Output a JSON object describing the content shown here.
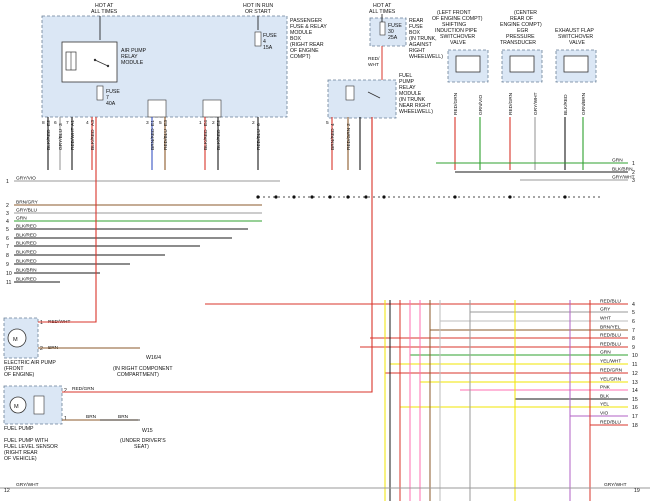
{
  "pass_box": {
    "label": [
      "PASSENGER",
      "FUSE & RELAY",
      "MODULE",
      "BOX",
      "(RIGHT REAR",
      "OF ENGINE",
      "COMPT)"
    ],
    "hot_all_times": [
      "HOT AT",
      "ALL TIMES"
    ],
    "hot_run_start": [
      "HOT IN RUN",
      "OR START"
    ],
    "relay_label": [
      "AIR PUMP",
      "RELAY",
      "MODULE"
    ],
    "fuse7": [
      "FUSE",
      "7",
      "40A"
    ],
    "fuse4": [
      "FUSE",
      "4",
      "15A"
    ]
  },
  "rear_box": {
    "hot_all_times": [
      "HOT AT",
      "ALL TIMES"
    ],
    "label": [
      "REAR",
      "FUSE",
      "BOX",
      "(IN TRUNK,",
      "AGAINST",
      "RIGHT",
      "WHEELWELL)"
    ],
    "fuse30": [
      "FUSE",
      "30",
      "25A"
    ],
    "feed_wire": [
      "RED/",
      "WHT"
    ]
  },
  "fuel_relay": {
    "label": [
      "FUEL",
      "PUMP",
      "RELAY",
      "MODULE",
      "(IN TRUNK",
      "NEAR RIGHT",
      "WHEELWELL)"
    ]
  },
  "valves": [
    {
      "label": [
        "(LEFT FRONT",
        "OF ENGINE COMPT)",
        "SHIFTING",
        "INDUCTION PIPE",
        "SWITCHOVER",
        "VALVE"
      ],
      "pins": [
        "RED/GRN",
        "GRN/VIO"
      ]
    },
    {
      "label": [
        "(CENTER",
        "REAR OF",
        "ENGINE COMPT)",
        "EGR",
        "PRESSURE",
        "TRANSDUCER"
      ],
      "pins": [
        "RED/GRN",
        "GRY/WHT"
      ]
    },
    {
      "label": [
        "EXHAUST FLAP",
        "SWITCHOVER",
        "VALVE"
      ],
      "pins": [
        "BLK/RED",
        "GRN/BRN"
      ]
    }
  ],
  "connector_pins": [
    {
      "wire": "BLK/RED",
      "pin": "E2"
    },
    {
      "wire": "GRY/BLU",
      "pin": "3"
    },
    {
      "wire": "RED/WHT",
      "pin": "A1"
    },
    {
      "wire": "BLK/RED",
      "pin": "A3"
    },
    {
      "wire": "BRN/RED",
      "pin": "E1"
    },
    {
      "wire": "RED/BLU",
      "pin": "E3"
    },
    {
      "wire": "BLK/RED",
      "pin": "E4"
    },
    {
      "wire": "BLK/RED",
      "pin": "E2"
    },
    {
      "wire": "RED/BLU",
      "pin": "6"
    },
    {
      "wire": "BRN/RED",
      "pin": "4"
    },
    {
      "wire": "RED/GRN",
      "pin": "2"
    }
  ],
  "pin_numbers_top": [
    "8",
    "6",
    "7",
    "4",
    "3",
    "5",
    "1",
    "2",
    "2",
    "5"
  ],
  "left_wires": [
    {
      "num": "1",
      "label": "GRY/VIO"
    },
    {
      "num": "2",
      "label": "BRN/GRY"
    },
    {
      "num": "3",
      "label": "GRY/BLU"
    },
    {
      "num": "4",
      "label": "GRN"
    },
    {
      "num": "5",
      "label": "BLK/RED"
    },
    {
      "num": "6",
      "label": "BLK/RED"
    },
    {
      "num": "7",
      "label": "BLK/RED"
    },
    {
      "num": "8",
      "label": "BLK/RED"
    },
    {
      "num": "9",
      "label": "BLK/RED"
    },
    {
      "num": "10",
      "label": "BLK/BRN"
    },
    {
      "num": "11",
      "label": "BLK/RED"
    }
  ],
  "right_top_wires": [
    {
      "num": "1",
      "label": "GRN"
    },
    {
      "num": "2",
      "label": "BLK/BRN"
    },
    {
      "num": "3",
      "label": "GRY/WHT"
    }
  ],
  "right_wires": [
    {
      "num": "4",
      "label": "RED/BLU"
    },
    {
      "num": "5",
      "label": "GRY"
    },
    {
      "num": "6",
      "label": "WHT"
    },
    {
      "num": "7",
      "label": "BRN/YEL"
    },
    {
      "num": "8",
      "label": "RED/BLU"
    },
    {
      "num": "9",
      "label": "RED/BLU"
    },
    {
      "num": "10",
      "label": "GRN"
    },
    {
      "num": "11",
      "label": "YEL/WHT"
    },
    {
      "num": "12",
      "label": "RED/GRN"
    },
    {
      "num": "13",
      "label": "YEL/GRN"
    },
    {
      "num": "14",
      "label": "PNK"
    },
    {
      "num": "15",
      "label": "BLK"
    },
    {
      "num": "16",
      "label": "YEL"
    },
    {
      "num": "17",
      "label": "VIO"
    },
    {
      "num": "18",
      "label": "RED/BLU"
    }
  ],
  "air_pump": {
    "label": [
      "ELECTRIC AIR PUMP",
      "(FRONT",
      "OF ENGINE)"
    ],
    "pin1_wire": "RED/WHT",
    "pin2_wire": "BRN",
    "ground": "W16/4",
    "ground_note": [
      "(IN RIGHT COMPONENT",
      "COMPARTMENT)"
    ]
  },
  "fuel_pump": {
    "label": [
      "FUEL PUMP",
      "FUEL PUMP WITH",
      "FUEL LEVEL SENSOR",
      "(RIGHT REAR",
      "OF VEHICLE)"
    ],
    "pin2_wire": "RED/GRN",
    "pin1_wire": "BRN",
    "splice_wire": "BRN",
    "ground": "W15",
    "ground_note": [
      "(UNDER DRIVER'S",
      "SEAT)"
    ]
  },
  "bottom_row": {
    "num_left": "12",
    "label_left": "GRY/WHT",
    "label_right": "GRY/WHT",
    "num_right": "19"
  },
  "symbols": {
    "motor": "M"
  },
  "colors": {
    "red": "#d9342b",
    "brown": "#8b5a2b",
    "green": "#2fa02f",
    "gray": "#9a9a9a",
    "blue": "#3a54c4",
    "violet": "#b061c6",
    "pink": "#ff6fb0",
    "yellow": "#f2e500",
    "black": "#1a1a1a",
    "box_fill": "#dbe7f5"
  }
}
